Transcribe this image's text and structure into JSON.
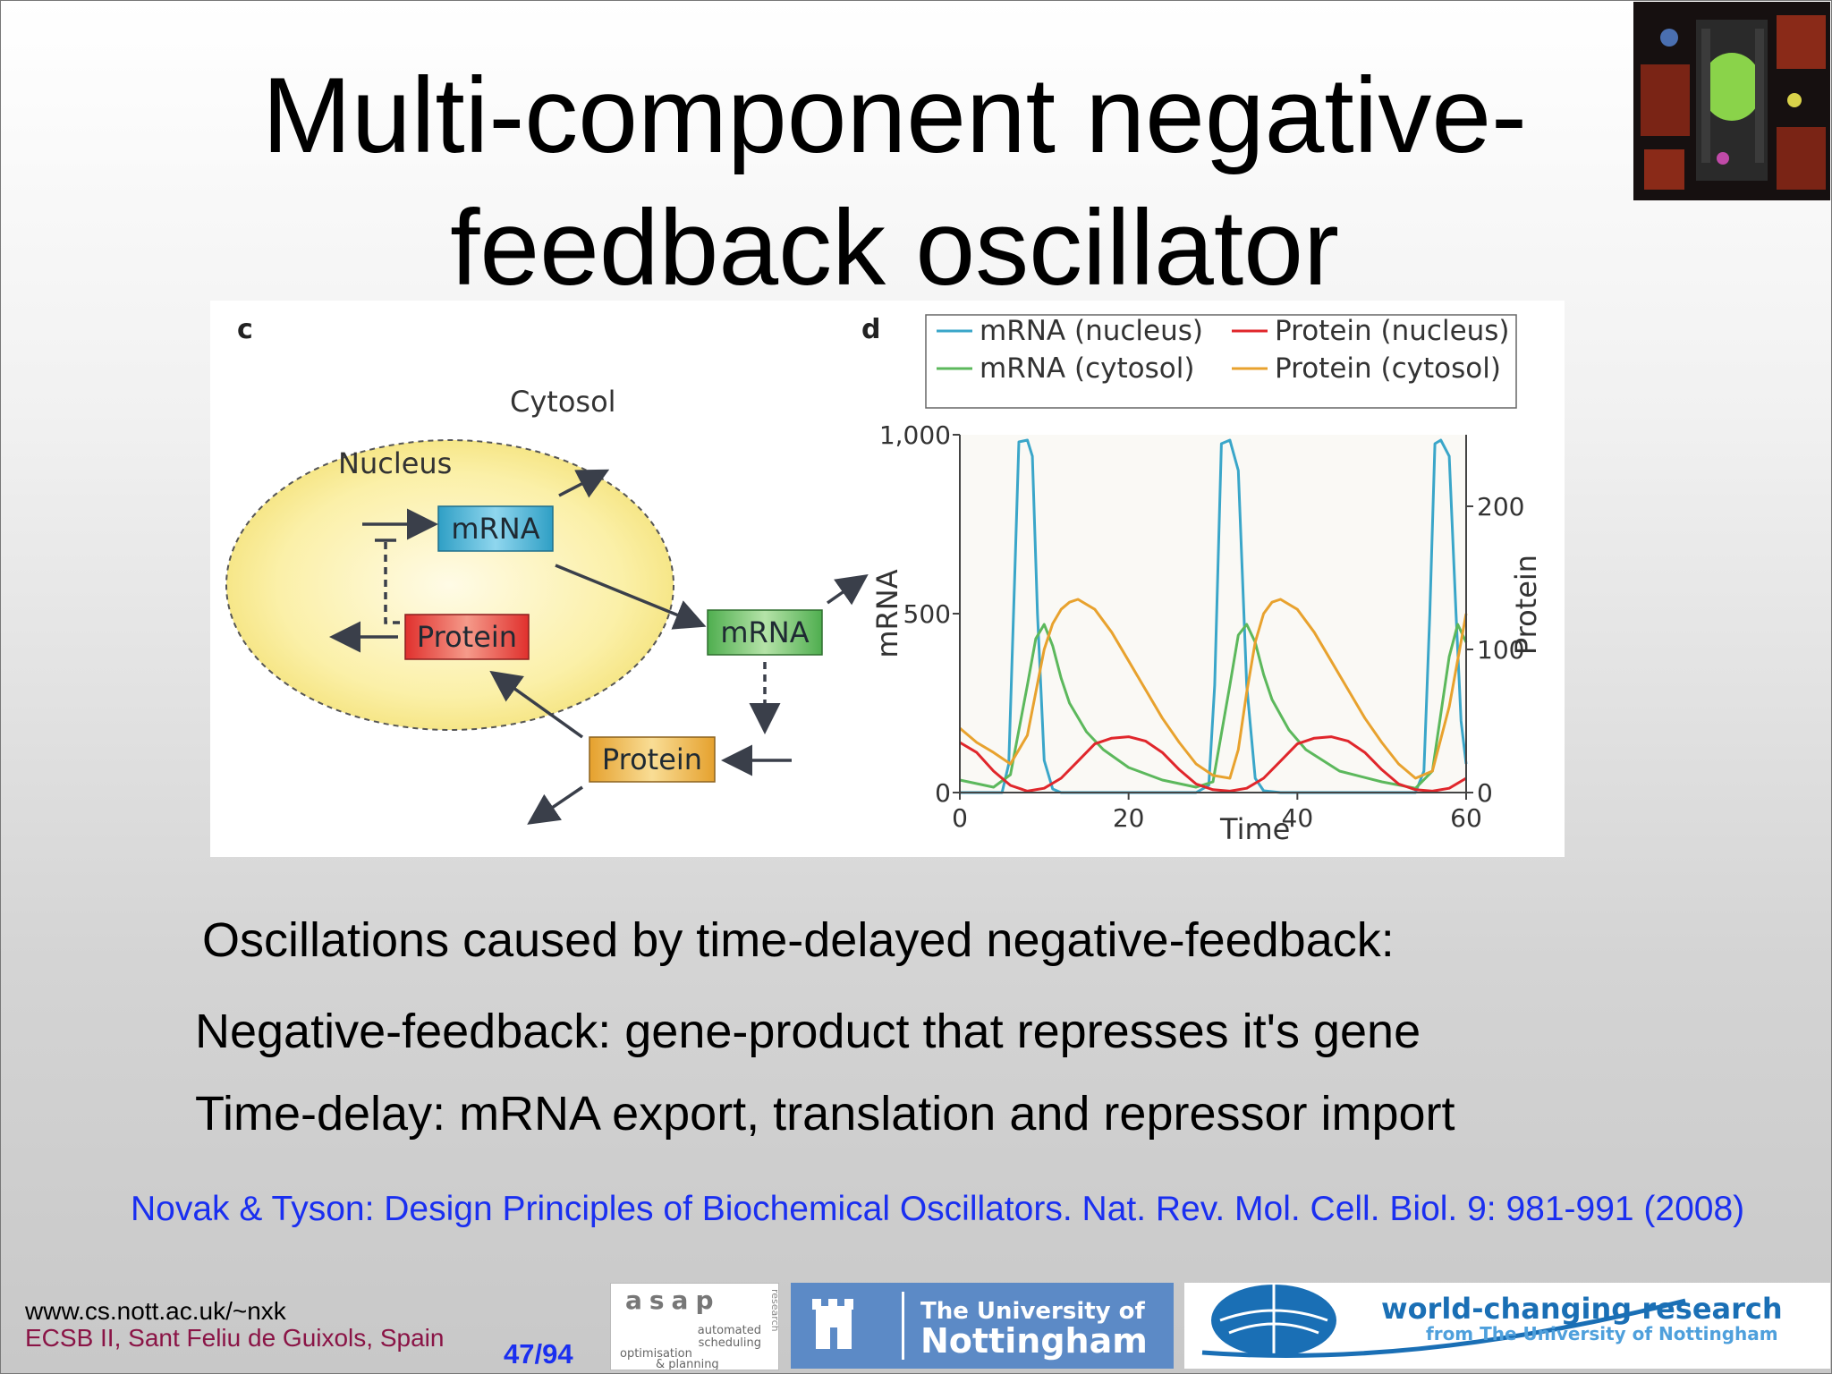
{
  "slide": {
    "title_line1": "Multi-component negative-",
    "title_line2": "feedback oscillator",
    "bullets": [
      "Oscillations caused by time-delayed negative-feedback:",
      "Negative-feedback: gene-product that represses it's gene",
      "Time-delay: mRNA export, translation and repressor import"
    ],
    "citation": "Novak & Tyson: Design Principles of Biochemical Oscillators. Nat. Rev. Mol. Cell. Biol. 9: 981-991 (2008)",
    "footer_url": "www.cs.nott.ac.uk/~nxk",
    "footer_venue": "ECSB II, Sant Feliu de Guixols, Spain",
    "page_number": "47/94"
  },
  "diagram": {
    "panel_label": "c",
    "cytosol_label": "Cytosol",
    "nucleus_label": "Nucleus",
    "mrna_nucleus": "mRNA",
    "protein_nucleus": "Protein",
    "mrna_cytosol": "mRNA",
    "protein_cytosol": "Protein"
  },
  "logos": {
    "asap_name": "asap",
    "asap_line1": "automated",
    "asap_line2": "scheduling",
    "asap_line3": "optimisation",
    "asap_line4": "& planning",
    "asap_side": "research",
    "nott_line1": "The University of",
    "nott_line2": "Nottingham",
    "wcr_line1": "world-changing research",
    "wcr_line2": "from The University of Nottingham"
  },
  "colors": {
    "mrna_nucleus": "#3aa6c9",
    "mrna_cytosol": "#5cb85c",
    "protein_nucleus": "#e0262b",
    "protein_cytosol": "#e8a22e",
    "citation": "#1a2ff0",
    "venue": "#8a1446"
  },
  "chart_data": {
    "type": "line",
    "panel_label": "d",
    "xlabel": "Time",
    "ylabel": "mRNA",
    "y2label": "Protein",
    "xlim": [
      0,
      60
    ],
    "ylim": [
      0,
      1000
    ],
    "y2lim": [
      0,
      250
    ],
    "xticks": [
      "0",
      "20",
      "40",
      "60"
    ],
    "yticks": [
      "0",
      "500",
      "1,000"
    ],
    "y2ticks": [
      "0",
      "100",
      "200"
    ],
    "legend": [
      "mRNA (nucleus)",
      "mRNA (cytosol)",
      "Protein (nucleus)",
      "Protein (cytosol)"
    ],
    "legend_position": "top",
    "series": [
      {
        "name": "mRNA (nucleus)",
        "axis": "left",
        "x": [
          0,
          5,
          5.8,
          6.5,
          7,
          8,
          8.6,
          9.2,
          10,
          11,
          12,
          16,
          20,
          24,
          28,
          29.5,
          30.2,
          31,
          32,
          33,
          34,
          35,
          36,
          38,
          45,
          50,
          54,
          55,
          55.7,
          56.3,
          57,
          58,
          58.8,
          59.4,
          60
        ],
        "y": [
          0,
          0,
          80,
          600,
          980,
          985,
          940,
          500,
          90,
          10,
          0,
          0,
          0,
          0,
          0,
          20,
          300,
          975,
          985,
          900,
          300,
          40,
          5,
          0,
          0,
          0,
          0,
          60,
          500,
          975,
          985,
          940,
          500,
          200,
          80
        ]
      },
      {
        "name": "mRNA (cytosol)",
        "axis": "left",
        "x": [
          0,
          4,
          6,
          8,
          9,
          10,
          11,
          12,
          13,
          15,
          17,
          20,
          24,
          28,
          30,
          32,
          33,
          34,
          35,
          36,
          37,
          39,
          41,
          45,
          50,
          54,
          56,
          58,
          59,
          60
        ],
        "y": [
          35,
          15,
          50,
          300,
          430,
          470,
          410,
          320,
          250,
          170,
          120,
          70,
          35,
          15,
          30,
          300,
          440,
          470,
          420,
          330,
          260,
          175,
          120,
          60,
          30,
          12,
          60,
          380,
          470,
          420
        ]
      },
      {
        "name": "Protein (nucleus)",
        "axis": "right",
        "x": [
          0,
          2,
          4,
          6,
          8,
          10,
          12,
          14,
          16,
          18,
          20,
          22,
          24,
          26,
          28,
          30,
          32,
          34,
          36,
          38,
          40,
          42,
          44,
          46,
          48,
          50,
          52,
          54,
          56,
          58,
          60
        ],
        "y": [
          35,
          28,
          15,
          5,
          1,
          3,
          10,
          22,
          34,
          38,
          39,
          36,
          28,
          16,
          6,
          2,
          1,
          3,
          10,
          22,
          34,
          38,
          39,
          36,
          28,
          16,
          6,
          2,
          1,
          3,
          10
        ]
      },
      {
        "name": "Protein (cytosol)",
        "axis": "right",
        "x": [
          0,
          2,
          4,
          6,
          8,
          9,
          10,
          11,
          12,
          13,
          14,
          16,
          18,
          20,
          22,
          24,
          26,
          28,
          30,
          32,
          33,
          34,
          35,
          36,
          37,
          38,
          40,
          42,
          44,
          46,
          48,
          50,
          52,
          54,
          56,
          58,
          60
        ],
        "y": [
          45,
          35,
          28,
          20,
          40,
          70,
          100,
          118,
          128,
          133,
          135,
          128,
          112,
          92,
          72,
          52,
          35,
          20,
          12,
          10,
          30,
          70,
          105,
          125,
          133,
          135,
          128,
          112,
          92,
          72,
          52,
          35,
          20,
          10,
          15,
          60,
          125
        ]
      }
    ]
  }
}
